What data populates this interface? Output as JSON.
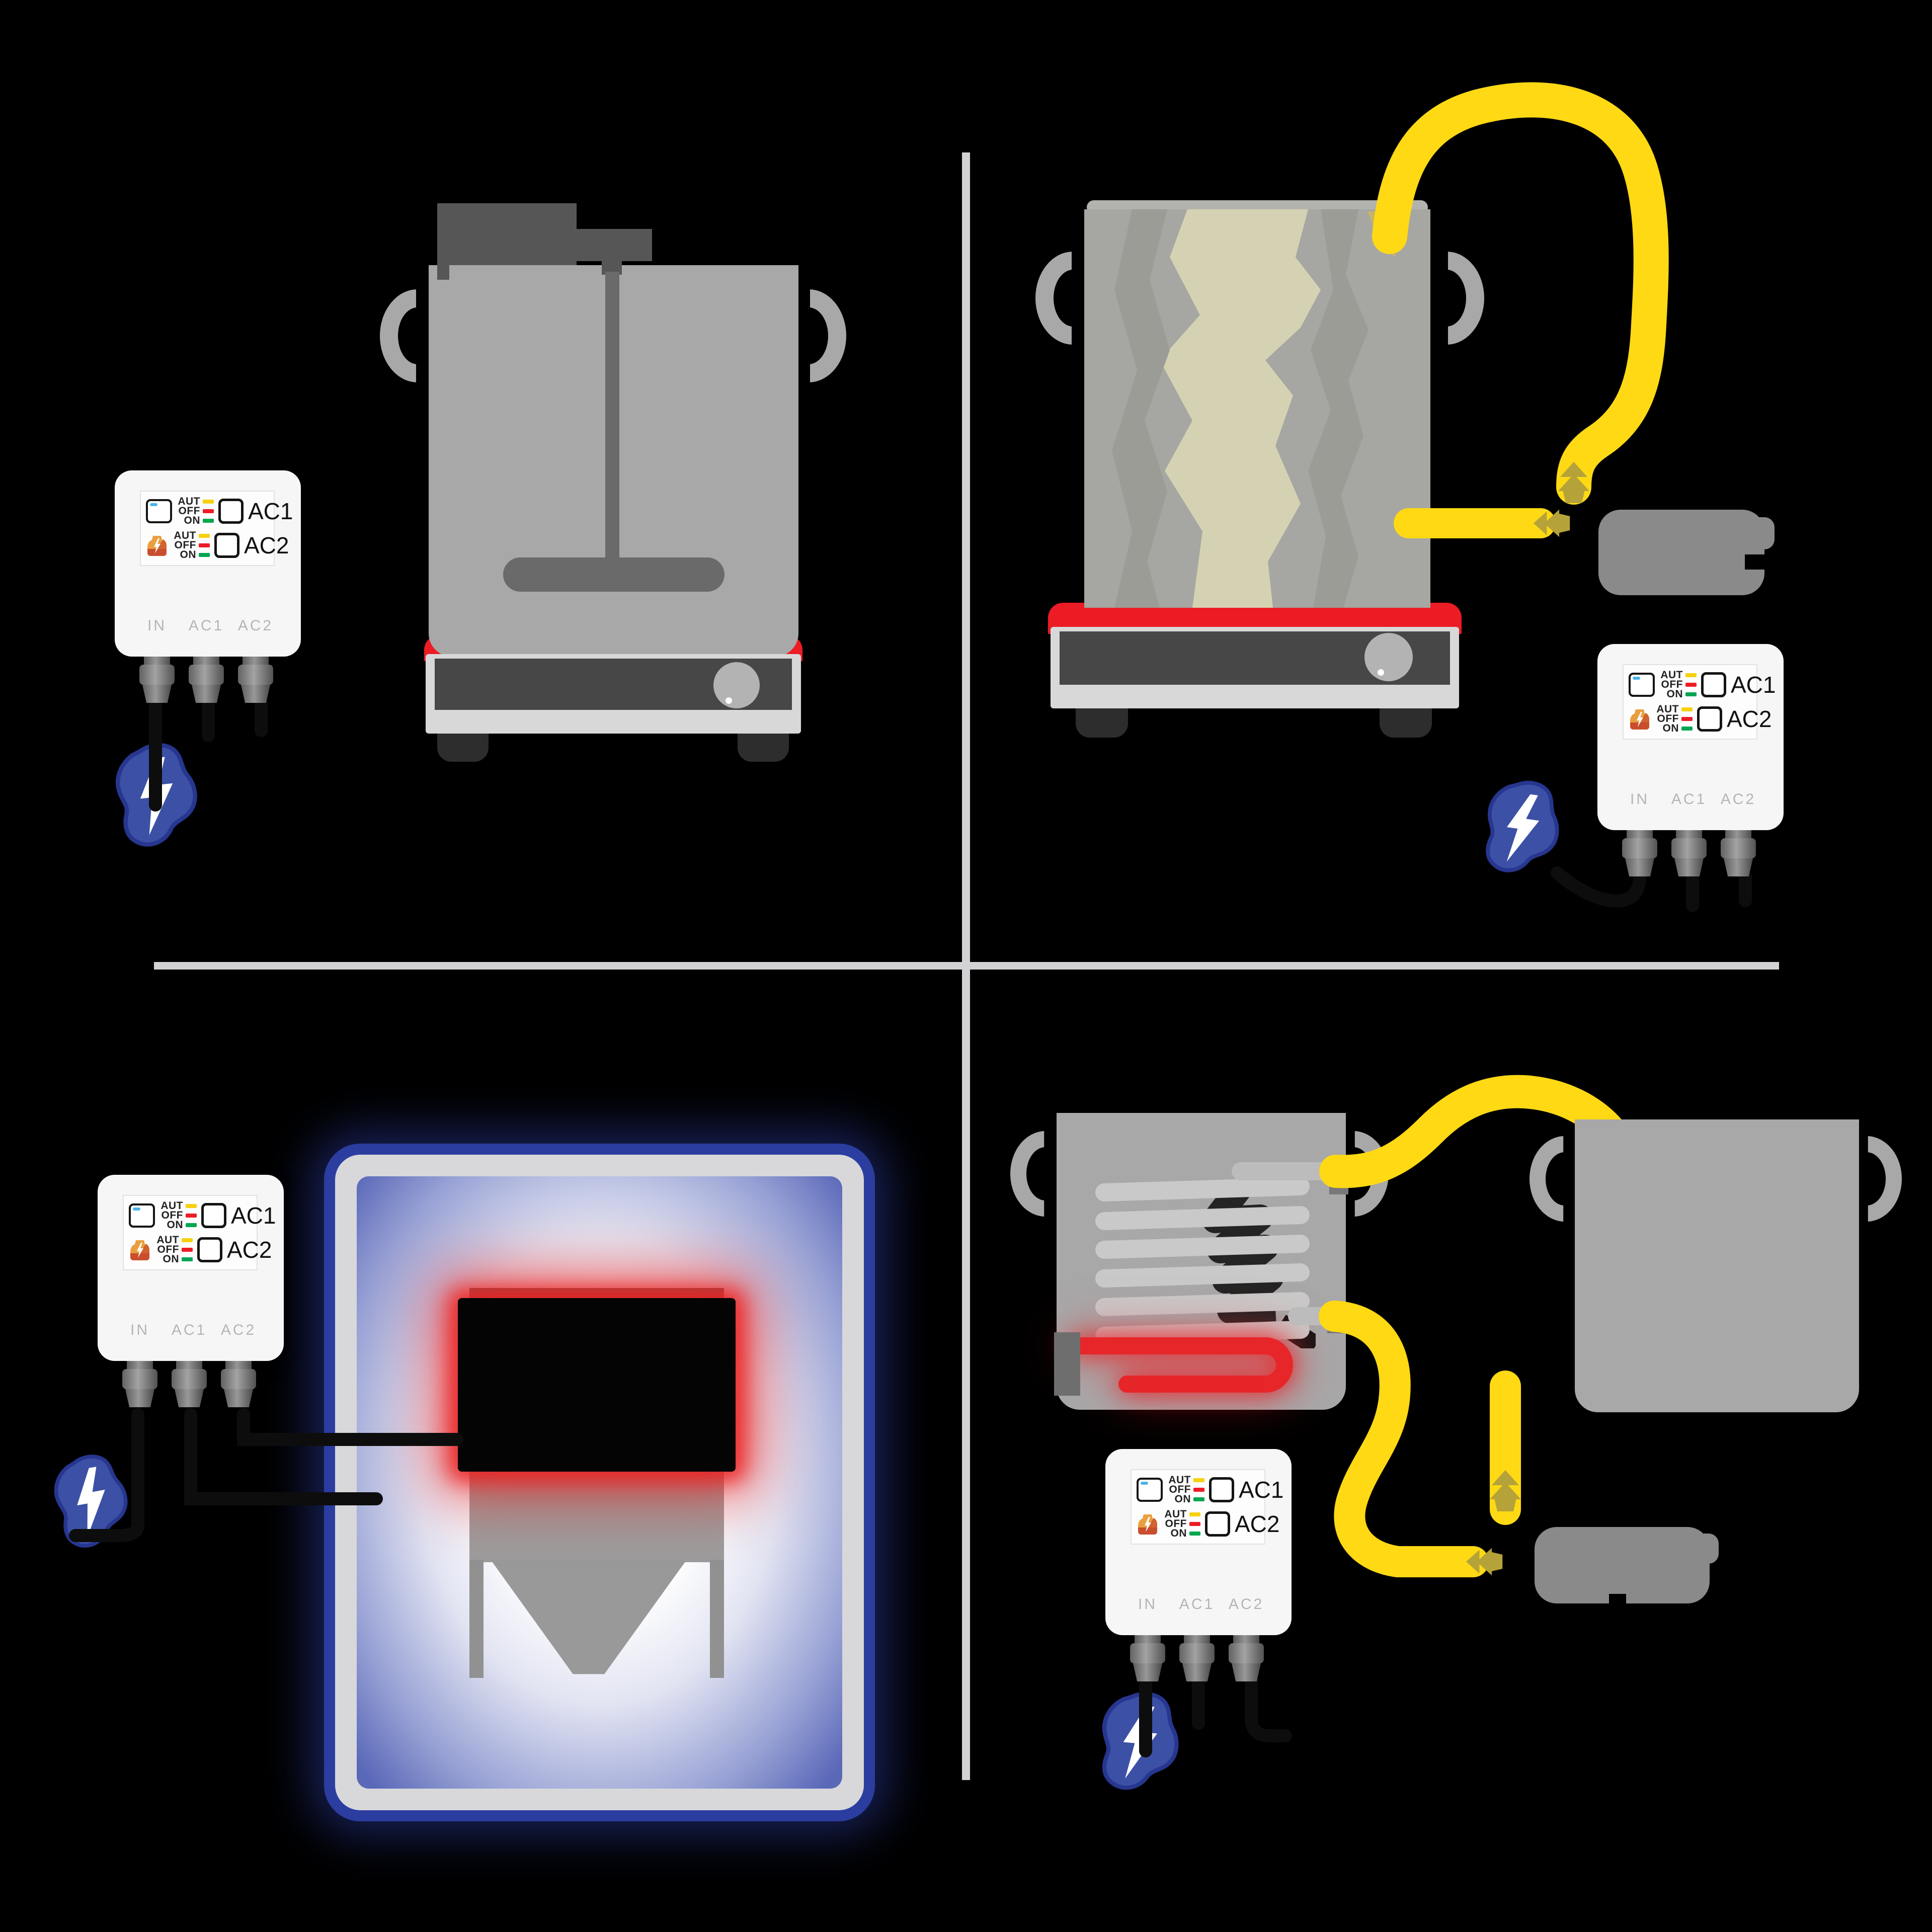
{
  "page": {
    "kind": "brewing-temperature-controller-usage-diagram",
    "background_color": "#000000",
    "divider_color": "#d2d2d4"
  },
  "controller": {
    "channels": [
      {
        "icon": "cooling-display-icon",
        "states": [
          "AUT",
          "OFF",
          "ON"
        ],
        "label": "AC1"
      },
      {
        "icon": "fermenter-power-icon",
        "states": [
          "AUT",
          "OFF",
          "ON"
        ],
        "label": "AC2"
      }
    ],
    "state_colors": {
      "AUT": "#f5d10e",
      "OFF": "#ed1c24",
      "ON": "#00a651"
    },
    "ports": [
      "IN",
      "AC1",
      "AC2"
    ]
  },
  "icons": {
    "power-icon": "white lightning bolt on blue blob",
    "cooling-display-icon": "rounded square with blue dash",
    "fermenter-power-icon": "orange carboy with white bolt"
  },
  "colors": {
    "pot_gray": "#a8a8a9",
    "plate_red": "#ec1c24",
    "plate_panel": "#474747",
    "plate_frame": "#d8d8d8",
    "hose_yellow": "#ffd914",
    "hose_fitting_tan": "#b5a339",
    "pump_gray": "#8a8a8a",
    "grain_bag_beige": "#d5d2b4",
    "fridge_blue": "#2c3da0",
    "heater_glow_red": "#ea2323",
    "power_blob_blue": "#3c50a5"
  }
}
